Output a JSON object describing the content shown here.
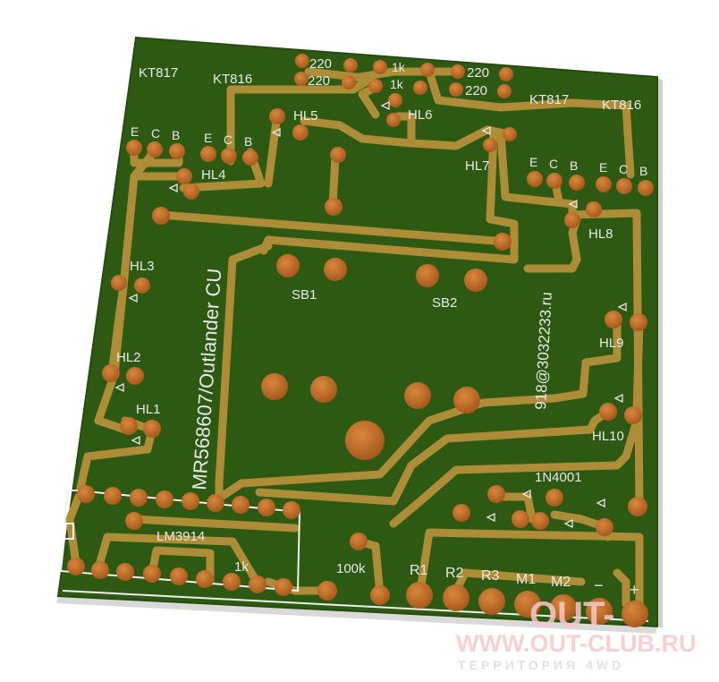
{
  "colors": {
    "board": "#2f5a14",
    "board_edge": "#1f3d0c",
    "trace": "#b0903a",
    "pad": "#b0601e",
    "pad_hi": "#d07c34",
    "silk": "#e8e8e8",
    "watermark": "#f3c2c2"
  },
  "labels": {
    "kt817_left": "KT817",
    "kt816_left": "KT816",
    "kt817_right": "KT817",
    "kt816_right": "KT816",
    "res_220_a": "220",
    "res_220_b": "220",
    "res_220_c": "220",
    "res_220_d": "220",
    "res_1k_a": "1k",
    "res_1k_b": "1k",
    "res_1k_c": "1k",
    "pin_e1": "E",
    "pin_c1": "C",
    "pin_b1": "B",
    "pin_e2": "E",
    "pin_c2": "C",
    "pin_b2": "B",
    "pin_e3": "E",
    "pin_c3": "C",
    "pin_b3": "B",
    "pin_e4": "E",
    "pin_c4": "C",
    "pin_b4": "B",
    "hl1": "HL1",
    "hl2": "HL2",
    "hl3": "HL3",
    "hl4": "HL4",
    "hl5": "HL5",
    "hl6": "HL6",
    "hl7": "HL7",
    "hl8": "HL8",
    "hl9": "HL9",
    "hl10": "HL10",
    "sb1": "SB1",
    "sb2": "SB2",
    "board_name": "MR568607/Outlander CU",
    "contact": "918@3032233.ru",
    "diode": "1N4001",
    "chip": "LM3914",
    "res_100k": "100k",
    "r1": "R1",
    "r2": "R2",
    "r3": "R3",
    "m1": "M1",
    "m2": "M2",
    "minus": "−",
    "plus": "+"
  },
  "watermark": {
    "logo": "OUT-",
    "url": "WWW.OUT-CLUB.RU",
    "tagline": "ТЕРРИТОРИЯ 4WD"
  }
}
